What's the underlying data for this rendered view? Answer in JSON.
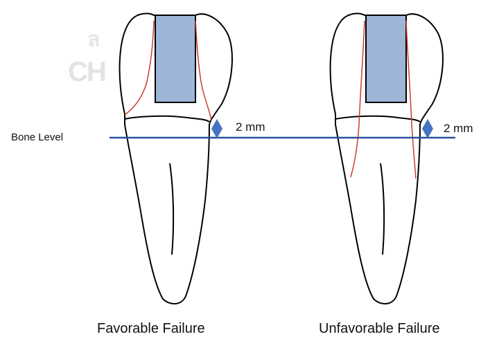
{
  "labels": {
    "bone_level": "Bone Level",
    "distance_left": "2 mm",
    "distance_right": "2 mm",
    "caption_left": "Favorable Failure",
    "caption_right": "Unfavorable Failure"
  },
  "watermark": {
    "text": "CH",
    "mark": "ล"
  },
  "colors": {
    "tooth_outline": "#000000",
    "fracture_line": "#cc3b2e",
    "post": "#9db6d8",
    "bone_line": "#2a4f9c",
    "marker": "#4472c4"
  }
}
